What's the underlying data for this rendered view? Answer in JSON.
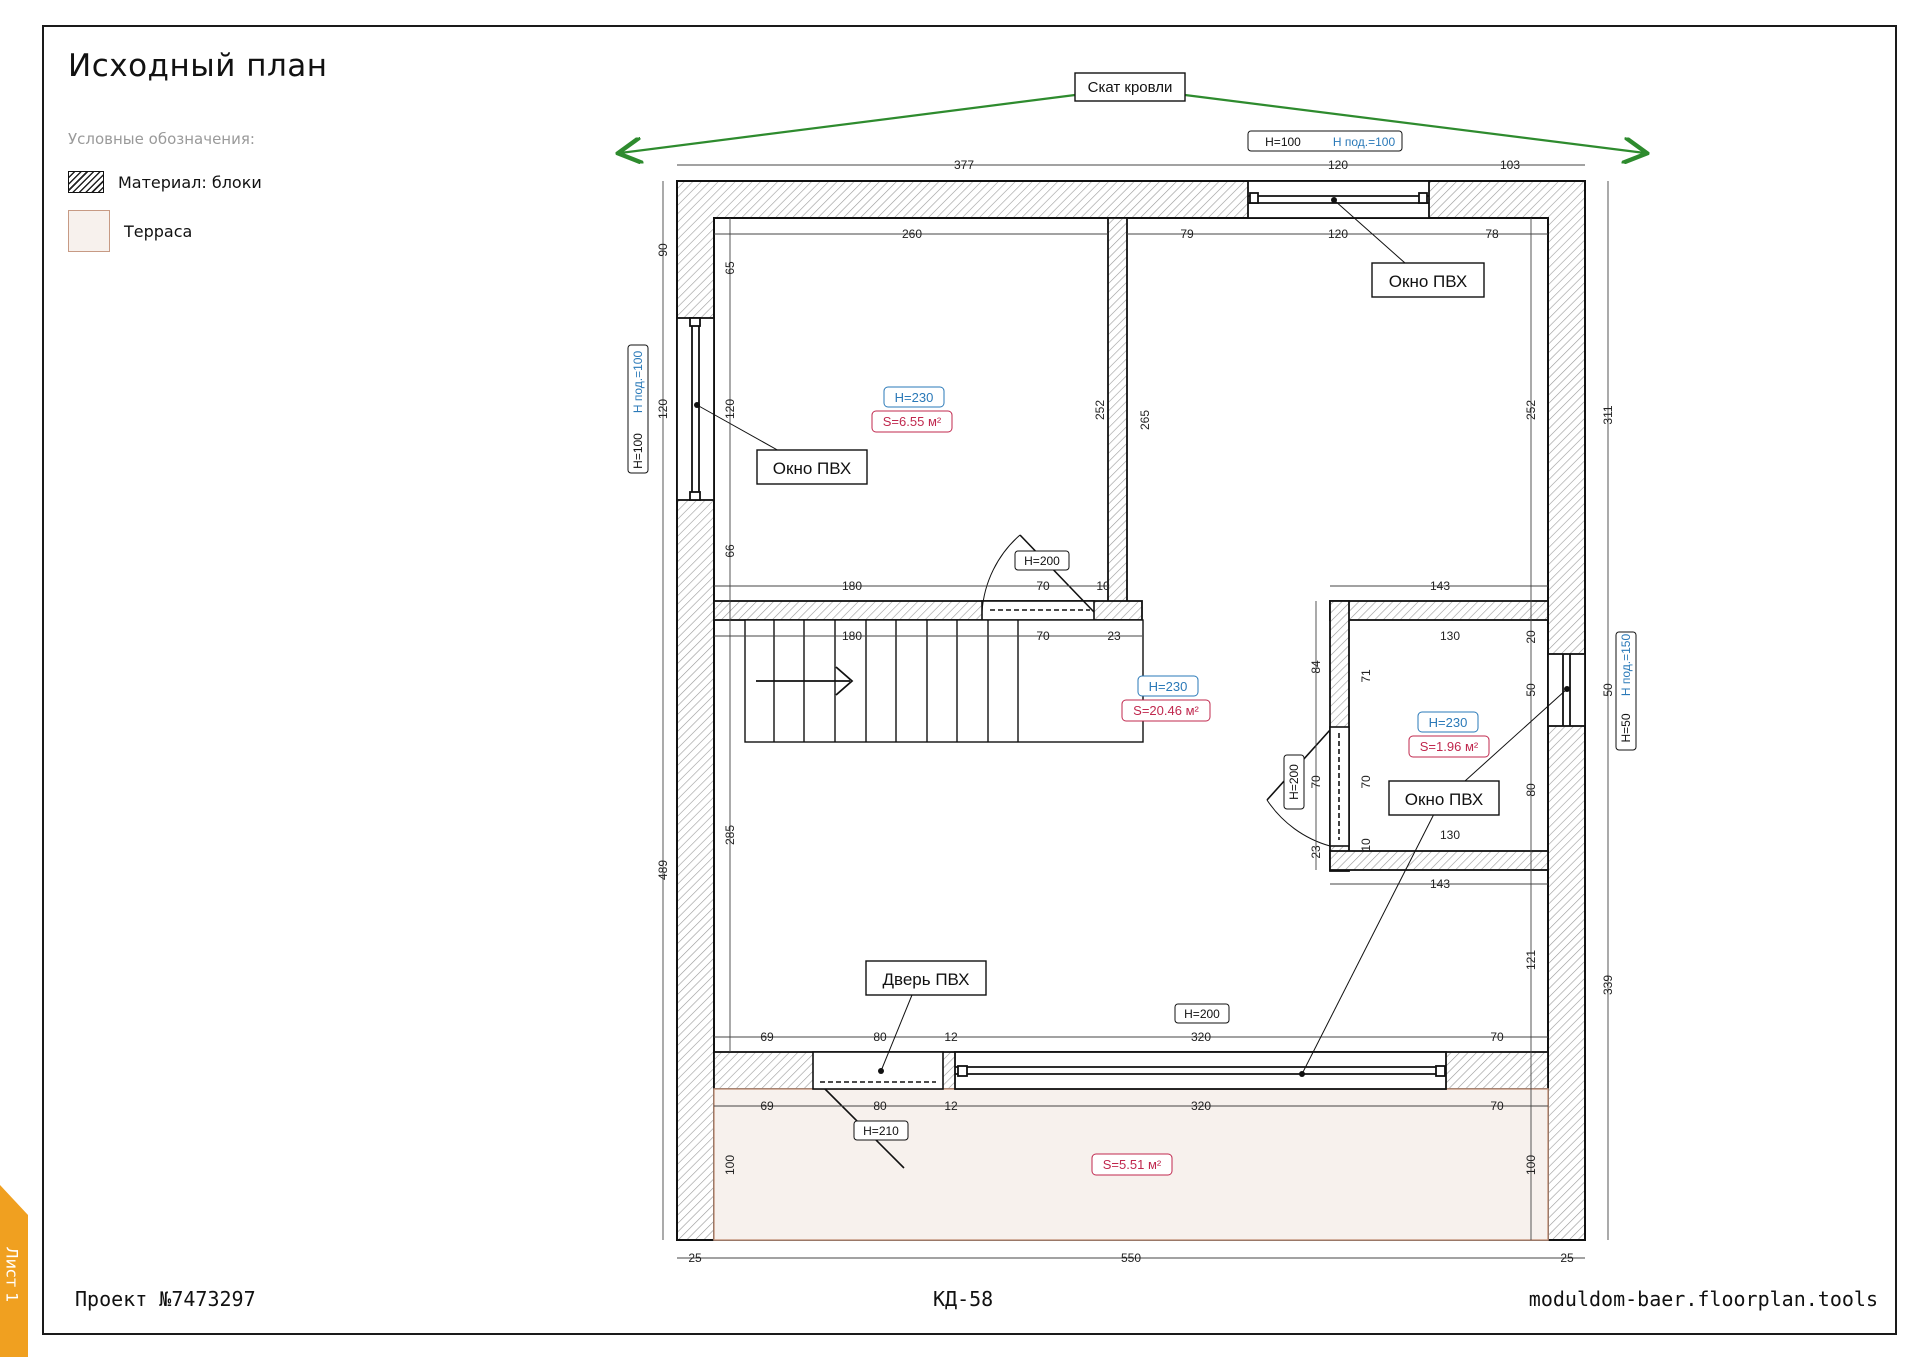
{
  "title": "Исходный план",
  "legend": {
    "heading": "Условные обозначения:",
    "items": [
      {
        "label": "Материал: блоки",
        "icon": "hatched-block-swatch"
      },
      {
        "label": "Терраса",
        "icon": "terrace-swatch",
        "color": "#f7f1ed"
      }
    ]
  },
  "colors": {
    "roof_arrow": "#2e8b2e",
    "height_label": "#2a79b8",
    "area_label": "#c0284e",
    "sheet_tab": "#f0a020"
  },
  "roof_label": "Скат кровли",
  "callouts": {
    "window_top": "Окно ПВХ",
    "window_left": "Окно ПВХ",
    "window_right": "Окно ПВХ",
    "door": "Дверь ПВХ"
  },
  "openings": {
    "top_window_h": "H=100",
    "top_window_sill": "Н под.=100",
    "left_window_h": "H=100",
    "left_window_sill": "Н под.=100",
    "right_window_h": "H=50",
    "right_window_sill": "Н под.=150",
    "door_inner_h": "H=200",
    "door_bath_h": "H=200",
    "big_opening_h": "H=200",
    "entry_door_h": "H=210"
  },
  "rooms": [
    {
      "id": "room-top-left",
      "height": "H=230",
      "area": "S=6.55 м²"
    },
    {
      "id": "room-main",
      "height": "H=230",
      "area": "S=20.46 м²"
    },
    {
      "id": "room-bath",
      "height": "H=230",
      "area": "S=1.96 м²"
    },
    {
      "id": "terrace",
      "height": "",
      "area": "S=5.51 м²"
    }
  ],
  "dimensions": {
    "top": [
      "377",
      "120",
      "103"
    ],
    "top_inner": [
      "260",
      "79",
      "120",
      "78"
    ],
    "left_outer": [
      "90",
      "120",
      "489"
    ],
    "left_inner": [
      "65",
      "120",
      "66",
      "285",
      "100"
    ],
    "right_outer": [
      "311",
      "50",
      "339"
    ],
    "right_inner": [
      "252",
      "252",
      "121",
      "100",
      "20",
      "50",
      "80"
    ],
    "mid_wall": [
      "180",
      "70",
      "10",
      "180",
      "70",
      "23",
      "265"
    ],
    "bath": [
      "143",
      "130",
      "130",
      "143",
      "84",
      "71",
      "70",
      "70",
      "23",
      "10"
    ],
    "south_wall": [
      "69",
      "80",
      "12",
      "320",
      "70",
      "69",
      "80",
      "12",
      "320",
      "70"
    ],
    "bottom": [
      "25",
      "550",
      "25"
    ]
  },
  "footer": {
    "project": "Проект №7473297",
    "code": "КД-58",
    "site": "moduldom-baer.floorplan.tools"
  },
  "sheet_tab": "Лист 1"
}
